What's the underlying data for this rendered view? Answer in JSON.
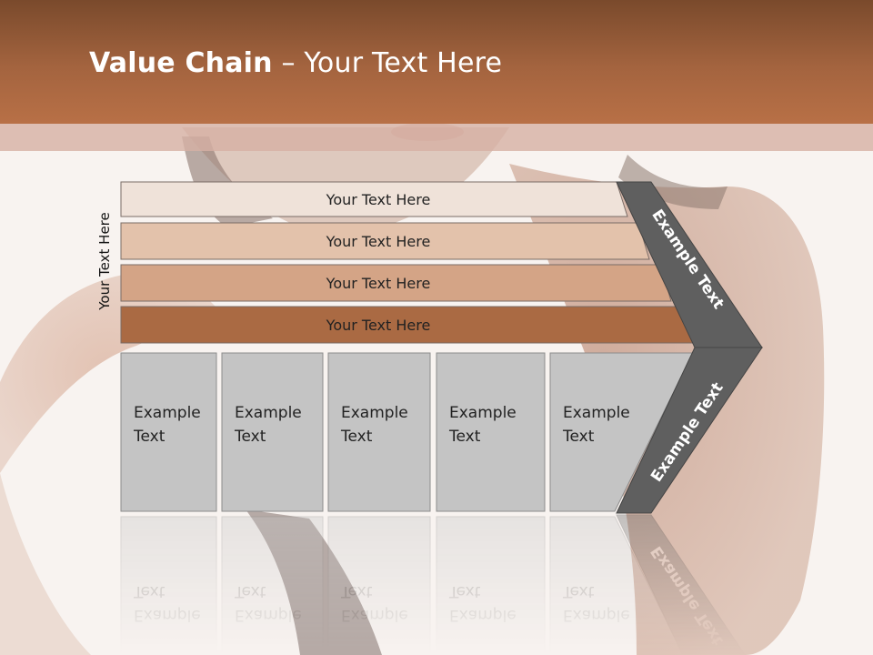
{
  "slide": {
    "title_bold": "Value Chain",
    "title_rest": " – Your Text Here",
    "side_label": "Your Text Here"
  },
  "bars": [
    {
      "label": "Your Text Here",
      "color": "#efe2d9"
    },
    {
      "label": "Your Text Here",
      "color": "#e3c2ab"
    },
    {
      "label": "Your Text Here",
      "color": "#d4a486"
    },
    {
      "label": "Your Text Here",
      "color": "#aa6a43"
    }
  ],
  "columns": [
    {
      "line1": "Example",
      "line2": "Text"
    },
    {
      "line1": "Example",
      "line2": "Text"
    },
    {
      "line1": "Example",
      "line2": "Text"
    },
    {
      "line1": "Example",
      "line2": "Text"
    },
    {
      "line1": "Example",
      "line2": "Text"
    }
  ],
  "chevron": {
    "upper_label": "Example Text",
    "lower_label": "Example Text",
    "color": "#5f5f5f"
  },
  "colors": {
    "header": "#a4643f",
    "column_fill": "#c4c4c4"
  }
}
